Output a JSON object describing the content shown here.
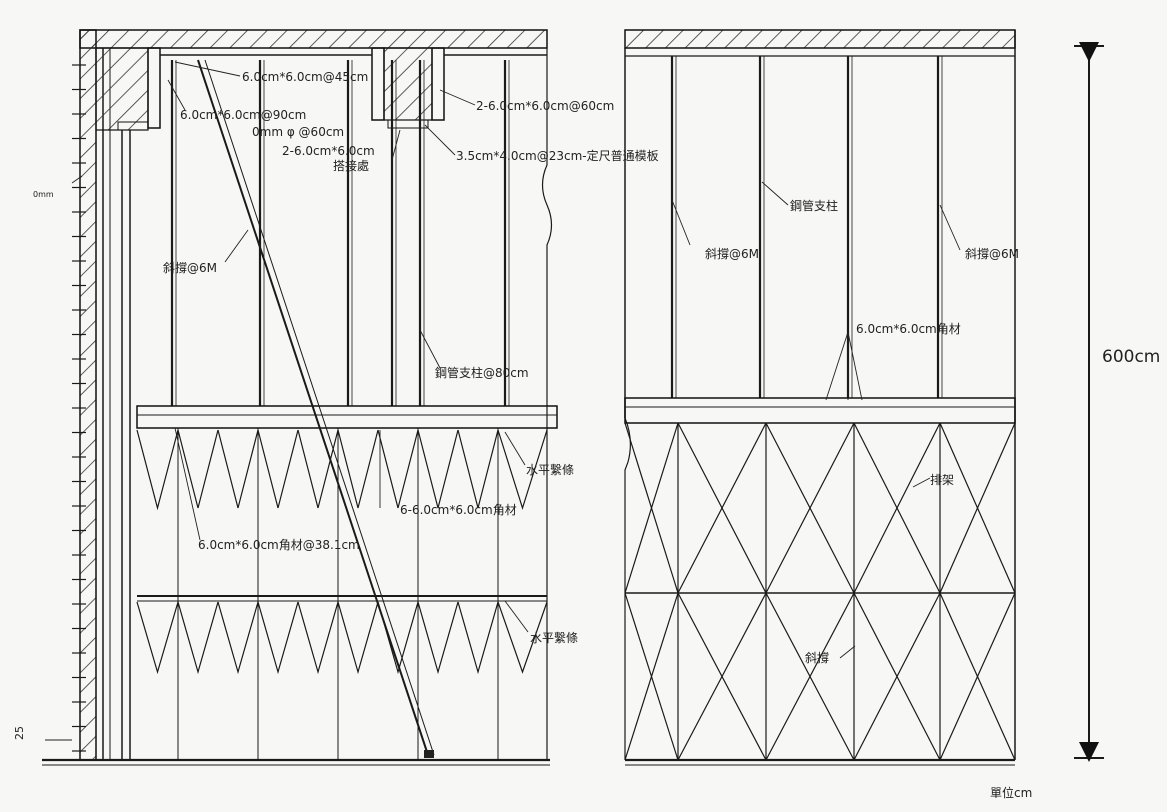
{
  "left_elevation": {
    "labels": {
      "wood_45": "6.0cm*6.0cm@45cm",
      "wood_90": "6.0cm*6.0cm@90cm",
      "wood_2x60": "2-6.0cm*6.0cm@60cm",
      "bolt": "0mm φ @60cm",
      "wood_2x": "2-6.0cm*6.0cm",
      "joint": "搭接處",
      "formwork": "3.5cm*4.0cm@23cm-定尺普通模板",
      "brace_6m": "斜撐@6M",
      "steel_pipe_80": "鋼管支柱@80cm",
      "tie_upper": "水平繫條",
      "angle_6": "6-6.0cm*6.0cm角材",
      "angle_38": "6.0cm*6.0cm角材@38.1cm",
      "tie_lower": "水平繫條",
      "wall_mark": "0mm",
      "base_25": "25"
    }
  },
  "right_elevation": {
    "labels": {
      "brace_left": "斜撐@6M",
      "steel_pipe": "鋼管支柱",
      "brace_right": "斜撐@6M",
      "angle": "6.0cm*6.0cm角材",
      "frame": "排架",
      "brace_bottom": "斜撐"
    }
  },
  "dimension": {
    "height_label": "600cm"
  },
  "unit": "單位cm"
}
